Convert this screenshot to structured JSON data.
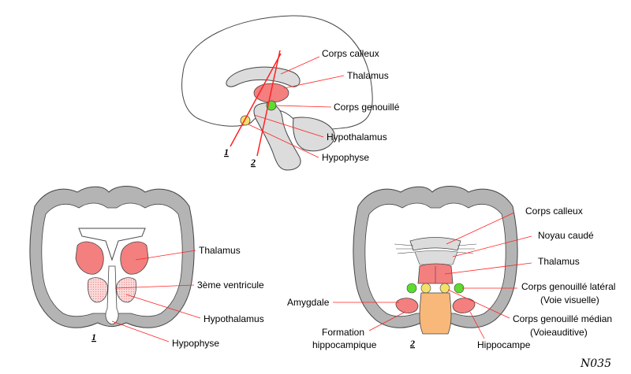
{
  "sagittal": {
    "labels": {
      "corps_calleux": "Corps calleux",
      "thalamus": "Thalamus",
      "corps_genouille": "Corps genouillé",
      "hypothalamus": "Hypothalamus",
      "hypophyse": "Hypophyse"
    },
    "cut1": "1",
    "cut2": "2"
  },
  "coronal1": {
    "labels": {
      "thalamus": "Thalamus",
      "ventricule": "3ème ventricule",
      "hypothalamus": "Hypothalamus",
      "hypophyse": "Hypophyse"
    },
    "number": "1"
  },
  "coronal2": {
    "labels": {
      "corps_calleux": "Corps calleux",
      "noyau_caude": "Noyau caudé",
      "thalamus": "Thalamus",
      "cgl_1": "Corps genouillé latéral",
      "cgl_2": "(Voie visuelle)",
      "amygdale": "Amygdale",
      "cgm_1": "Corps genouillé médian",
      "cgm_2": "(Voieauditive)",
      "formation_1": "Formation",
      "formation_2": "hippocampique",
      "hippocampe": "Hippocampe"
    },
    "number": "2"
  },
  "signature": "N035",
  "colors": {
    "cortex": "#b4b4b4",
    "outline": "#444444",
    "leader": "#ff2222",
    "thalamus": "#f47f7f",
    "thalamus_light": "#f9bcbc",
    "green": "#5bdc2e",
    "yellow": "#f5e06a",
    "orange": "#f8b879",
    "light_gray": "#dcdcdc"
  }
}
